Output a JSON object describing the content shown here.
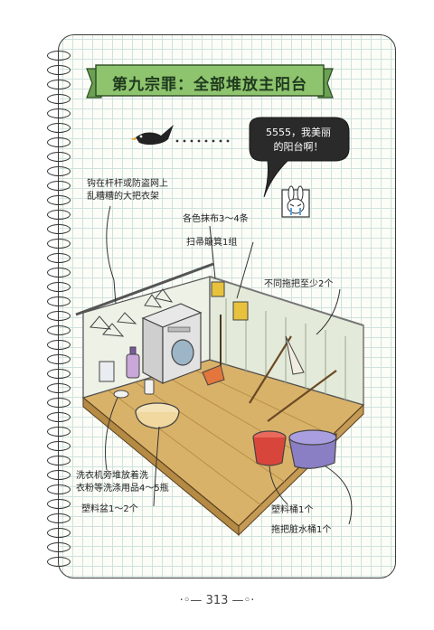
{
  "title": "第九宗罪：全部堆放主阳台",
  "speech_bubble": {
    "line1": "5555，我美丽",
    "line2": "的阳台啊！"
  },
  "labels": {
    "hanger_line1": "钩在杆杆或防盗网上",
    "hanger_line2": "乱糟糟的大把衣架",
    "cloths": "各色抹布3～4条",
    "broom": "扫帚簸箕1组",
    "mops": "不同拖把至少2个",
    "detergent_line1": "洗衣机旁堆放着洗",
    "detergent_line2": "衣粉等洗涤用品4～5瓶",
    "basin": "塑料盆1～2个",
    "bucket": "塑料桶1个",
    "mop_bucket": "拖把脏水桶1个"
  },
  "page_number": "313",
  "colors": {
    "banner_green": "#8fc46e",
    "grid": "#cfe2de",
    "floor": "#d9b26a",
    "red_bucket": "#d8453a",
    "mop_bucket": "#8a7fc4",
    "cloth_yellow": "#e8c23c"
  },
  "icons": [
    "bird-icon",
    "crying-rabbit-icon",
    "spiral-ring-icon"
  ]
}
